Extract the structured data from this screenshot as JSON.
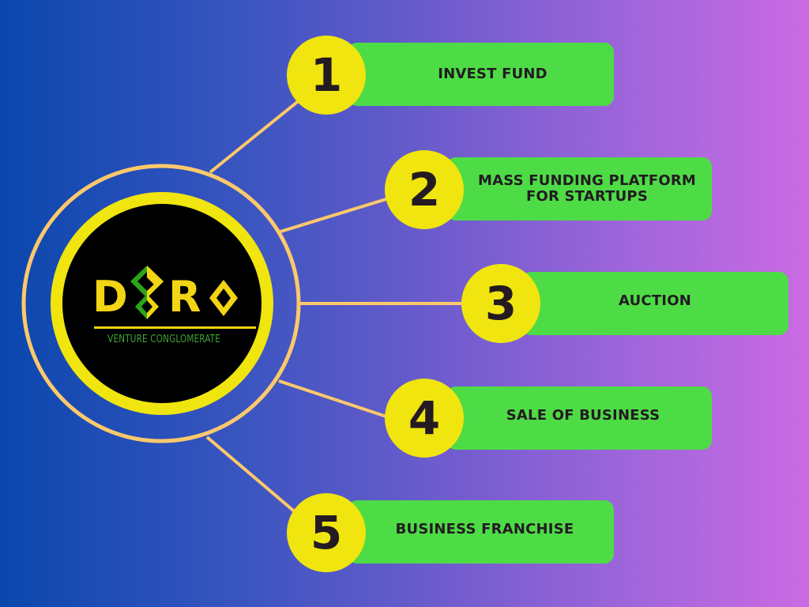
{
  "colors": {
    "background_left": "#0a47ad",
    "background_right": "#cb6ae3",
    "connector": "#ffc96b",
    "badge": "#f0e50e",
    "card": "#4ddc45",
    "text": "#231a22",
    "logo_yellow": "#f2d514",
    "logo_green": "#3fa535"
  },
  "logo": {
    "letters": [
      "D",
      "R"
    ],
    "tagline": "VENTURE CONGLOMERATE",
    "mark_icon": "diamond-chevron-mark",
    "o_icon": "diamond-o"
  },
  "items": [
    {
      "number": "1",
      "label": "INVEST FUND"
    },
    {
      "number": "2",
      "label": "MASS FUNDING PLATFORM\nFOR STARTUPS",
      "label_line1": "MASS FUNDING PLATFORM",
      "label_line2": "FOR STARTUPS"
    },
    {
      "number": "3",
      "label": "AUCTION"
    },
    {
      "number": "4",
      "label": "SALE OF BUSINESS"
    },
    {
      "number": "5",
      "label": "BUSINESS FRANCHISE"
    }
  ]
}
